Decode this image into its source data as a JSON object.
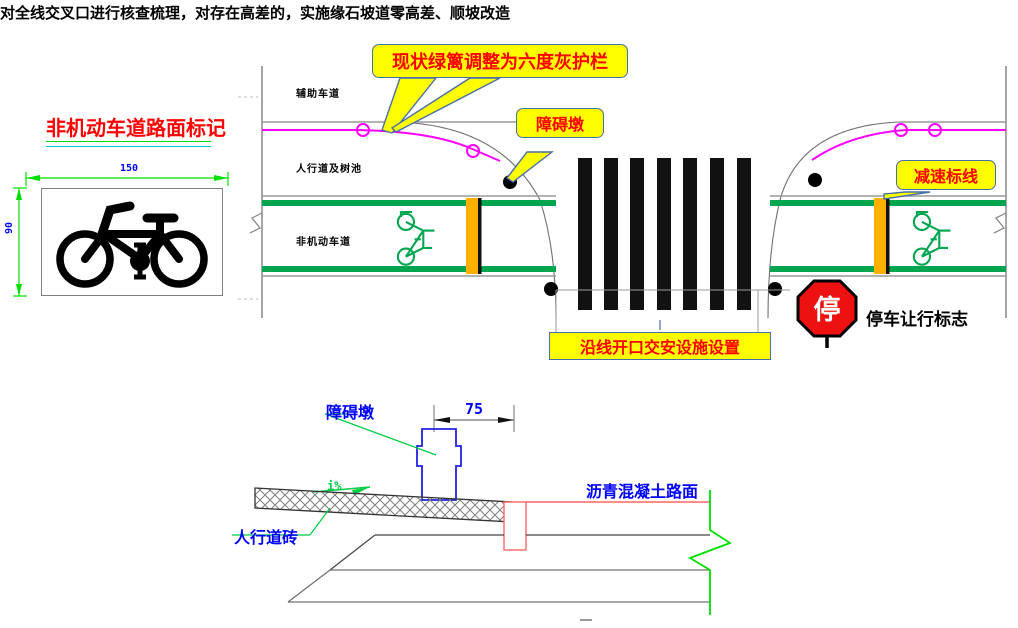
{
  "header": {
    "note": "对全线交叉口进行核查梳理，对存在高差的，实施缘石坡道零高差、顺坡改造"
  },
  "left_panel": {
    "title": "非机动车道路面标记",
    "dim_width_label": "150",
    "dim_height_label": "90",
    "icon": "bicycle-marking"
  },
  "plan_view": {
    "road_labels": [
      {
        "text": "辅助车道"
      },
      {
        "text": "人行道及树池"
      },
      {
        "text": "非机动车道"
      }
    ],
    "callouts": [
      {
        "text": "现状绿篱调整为六度灰护栏"
      },
      {
        "text": "障碍墩"
      },
      {
        "text": "减速标线"
      },
      {
        "text": "沿线开口交安设施设置"
      }
    ],
    "stop_sign": {
      "glyph": "停",
      "label": "停车让行标志"
    },
    "crosswalk_stripe_count": 7,
    "bike_symbol_count": 2
  },
  "section_view": {
    "labels": [
      {
        "text": "障碍墩",
        "color": "#0000ff"
      },
      {
        "text": "人行道砖",
        "color": "#0000ff"
      },
      {
        "text": "沥青混凝土路面",
        "color": "#0000ff"
      }
    ],
    "dimension": "75",
    "slope": "i%"
  },
  "colors": {
    "callout_fill": "#ffff00",
    "callout_border": "#4a6fa5",
    "callout_text": "#ff0000",
    "green_line": "#00a550",
    "magenta_line": "#ff00ff",
    "orange_band": "#ffb000",
    "stop_red": "#ee1111",
    "dim_blue": "#0000ff",
    "dim_green": "#00e000",
    "grey_line": "#808080",
    "asphalt_red": "#ff6666"
  }
}
